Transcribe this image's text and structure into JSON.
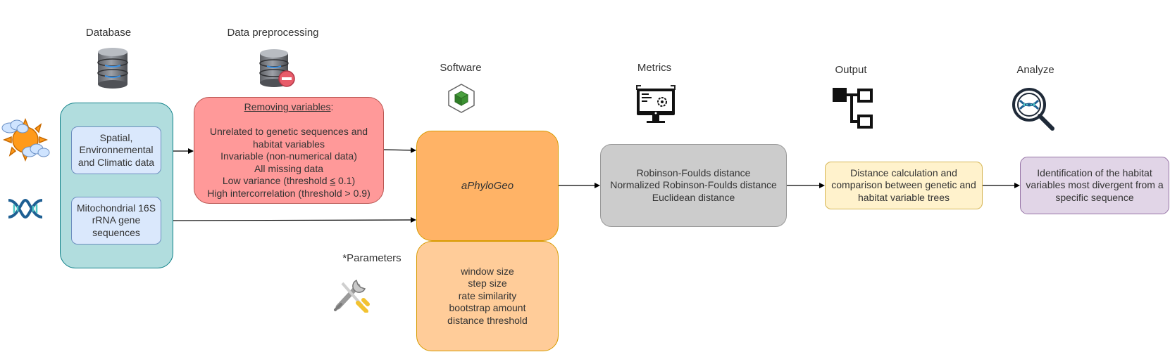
{
  "headers": {
    "database": "Database",
    "preprocessing": "Data preprocessing",
    "software": "Software",
    "metrics": "Metrics",
    "output": "Output",
    "analyze": "Analyze",
    "parameters": "*Parameters"
  },
  "database": {
    "spatial": [
      "Spatial,",
      "Environnemental",
      "and Climatic data"
    ],
    "genetic": [
      "Mitochondrial 16S",
      "rRNA gene",
      "sequences"
    ]
  },
  "preprocessing": {
    "title": "Removing variables",
    "title_suffix": ":",
    "lines": [
      "Unrelated to genetic sequences and",
      "habitat variables",
      "Invariable (non-numerical data)",
      "All missing data"
    ],
    "low_variance_prefix": "Low variance (threshold ",
    "low_variance_op": "≤",
    "low_variance_value": " 0.1)",
    "high_intercorrelation": "High intercorrelation (threshold > 0.9)"
  },
  "software": {
    "name": "aPhyloGeo"
  },
  "parameters": [
    "window size",
    "step size",
    "rate similarity",
    "bootstrap amount",
    "distance threshold"
  ],
  "metrics": [
    "Robinson-Foulds distance",
    "Normalized Robinson-Foulds distance",
    "Euclidean distance"
  ],
  "output": [
    "Distance calculation and",
    "comparison between genetic and",
    "habitat variable trees"
  ],
  "analyze": [
    "Identification of the habitat",
    "variables most divergent from a",
    "specific sequence"
  ],
  "colors": {
    "database_container": "#b1ddde",
    "database_item": "#dae8fc",
    "preprocessing": "#ff9999",
    "software": "#ffb366",
    "parameters": "#ffcc99",
    "metrics": "#cccccc",
    "output": "#fff2cc",
    "analyze": "#e1d5e7"
  }
}
